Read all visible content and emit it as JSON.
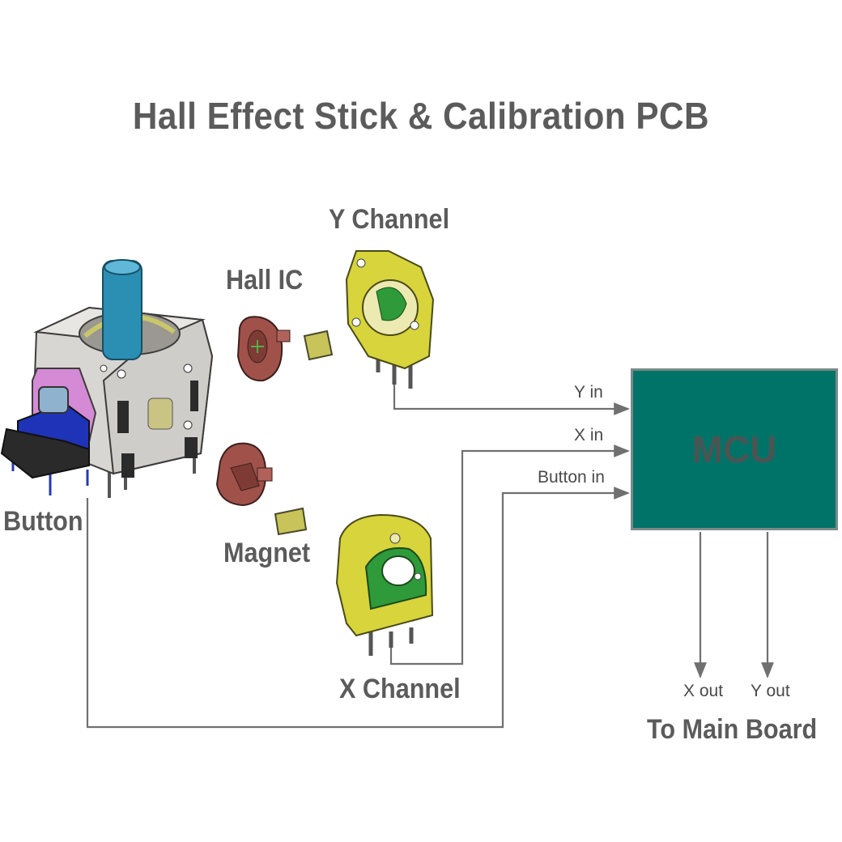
{
  "title": "Hall Effect Stick & Calibration PCB",
  "labels": {
    "y_channel": "Y Channel",
    "hall_ic": "Hall IC",
    "button": "Button",
    "magnet": "Magnet",
    "x_channel": "X Channel",
    "to_main_board": "To Main Board"
  },
  "mcu": {
    "label": "MCU",
    "color": "#007369"
  },
  "signals": {
    "y_in": "Y in",
    "x_in": "X in",
    "button_in": "Button in",
    "x_out": "X out",
    "y_out": "Y out"
  },
  "colors": {
    "stick": "#2a8fb3",
    "hall_ic": "#a0524a",
    "magnet": "#c8c45a",
    "channel": "#d7d43c",
    "channel_pcb": "#2e9a3a",
    "button_cap": "#1f33b8",
    "button_frame": "#d58ad6",
    "wire": "#707070"
  }
}
